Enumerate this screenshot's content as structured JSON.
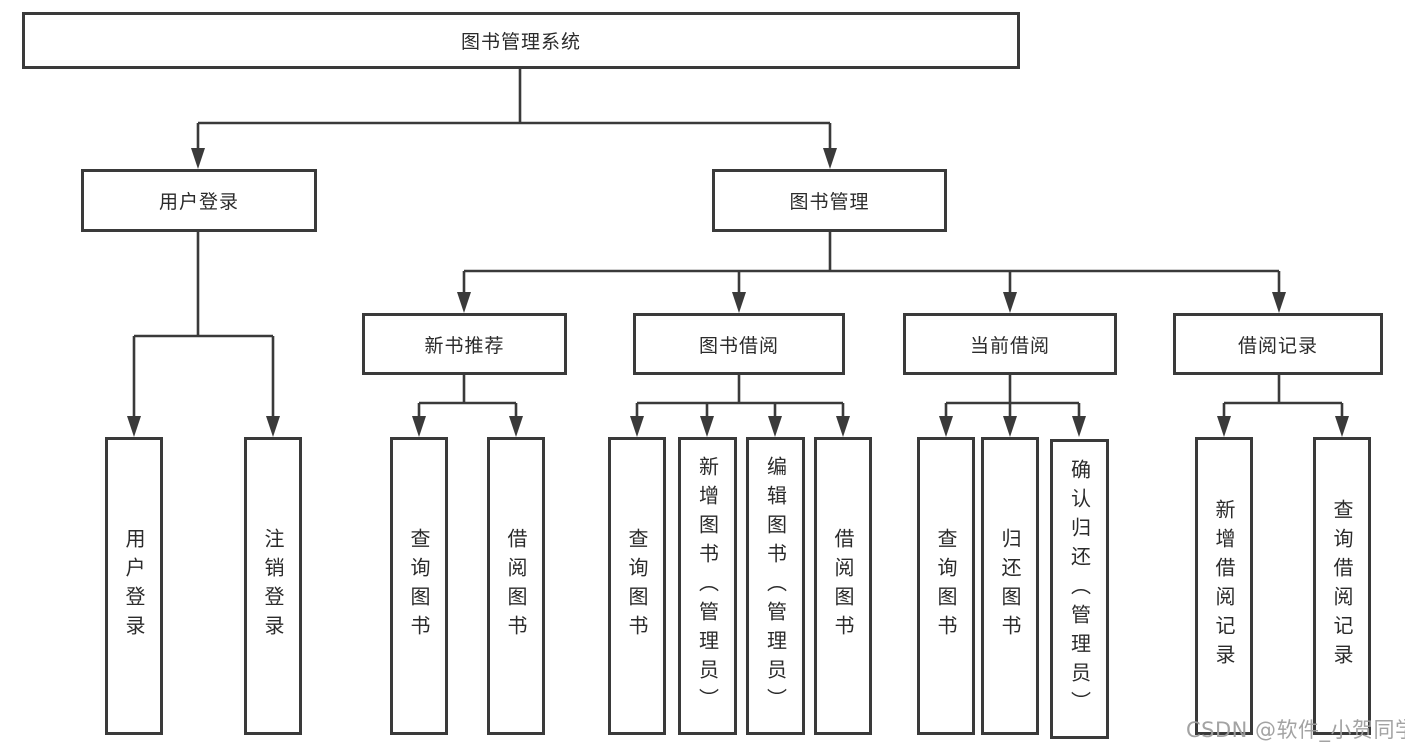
{
  "colors": {
    "background": "#ffffff",
    "line": "#3a3a3a",
    "box_border": "#3a3a3a",
    "box_fill": "#ffffff",
    "text": "#2b2b2b",
    "watermark": "#9e9e9e"
  },
  "watermark": {
    "text": "CSDN @软件_小贺同学"
  },
  "tree": {
    "root": {
      "label": "图书管理系统"
    },
    "children": [
      {
        "label": "用户登录",
        "children": [
          {
            "label": "用户登录"
          },
          {
            "label": "注销登录"
          }
        ]
      },
      {
        "label": "图书管理",
        "children": [
          {
            "label": "新书推荐",
            "children": [
              {
                "label": "查询图书"
              },
              {
                "label": "借阅图书"
              }
            ]
          },
          {
            "label": "图书借阅",
            "children": [
              {
                "label": "查询图书"
              },
              {
                "label": "新增图书（管理员）"
              },
              {
                "label": "编辑图书（管理员）"
              },
              {
                "label": "借阅图书"
              }
            ]
          },
          {
            "label": "当前借阅",
            "children": [
              {
                "label": "查询图书"
              },
              {
                "label": "归还图书"
              },
              {
                "label": "确认归还（管理员）"
              }
            ]
          },
          {
            "label": "借阅记录",
            "children": [
              {
                "label": "新增借阅记录"
              },
              {
                "label": "查询借阅记录"
              }
            ]
          }
        ]
      }
    ]
  }
}
